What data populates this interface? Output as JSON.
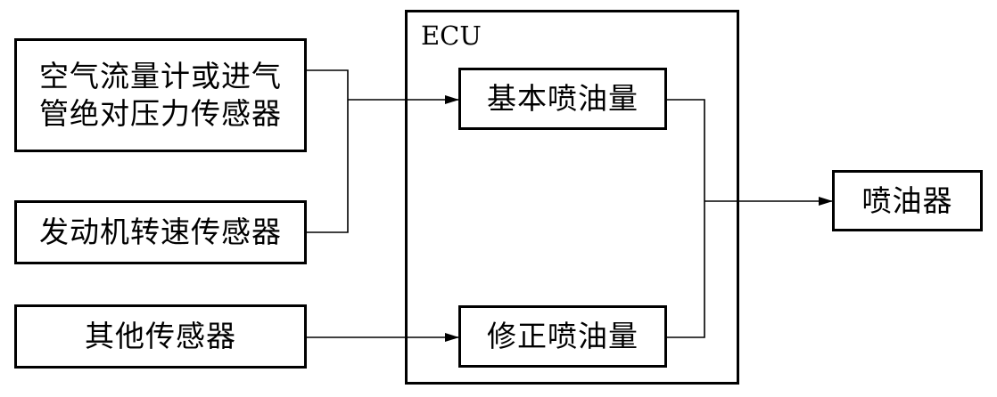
{
  "ecu": {
    "label": "ECU"
  },
  "inputs": {
    "airflow_sensor": {
      "line1": "空气流量计或进气",
      "line2": "管绝对压力传感器"
    },
    "engine_speed_sensor": "发动机转速传感器",
    "other_sensors": "其他传感器"
  },
  "ecu_blocks": {
    "basic_injection": "基本喷油量",
    "corrected_injection": "修正喷油量"
  },
  "output": {
    "injector": "喷油器"
  }
}
